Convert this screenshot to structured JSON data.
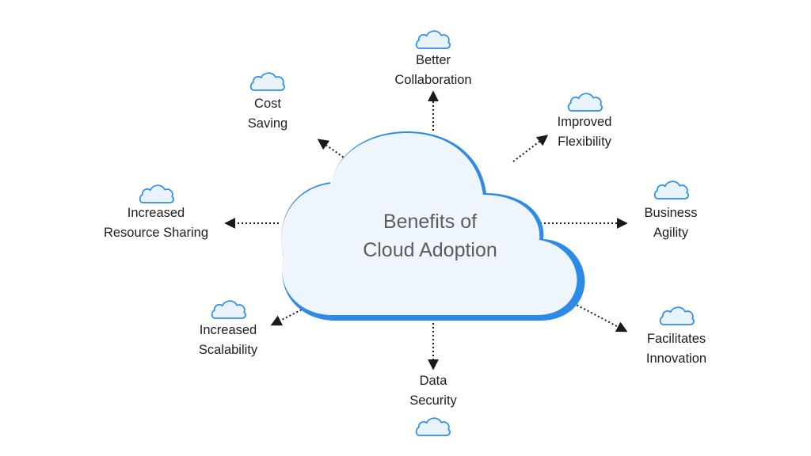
{
  "diagram": {
    "title_line1": "Benefits of",
    "title_line2": "Cloud Adoption",
    "colors": {
      "main_cloud_fill": "#eef5fc",
      "main_cloud_stroke": "#2d8ae6",
      "small_cloud_fill": "#e9f3fd",
      "small_cloud_stroke": "#2f8ee8",
      "connector": "#1a1a1a",
      "title_text": "#5c5c5c",
      "label_text": "#1e1e1e"
    },
    "benefits": [
      {
        "line1": "Better",
        "line2": "Collaboration",
        "icon": "cloud-icon"
      },
      {
        "line1": "Improved",
        "line2": "Flexibility",
        "icon": "cloud-icon"
      },
      {
        "line1": "Business",
        "line2": "Agility",
        "icon": "cloud-icon"
      },
      {
        "line1": "Facilitates",
        "line2": "Innovation",
        "icon": "cloud-icon"
      },
      {
        "line1": "Data",
        "line2": "Security",
        "icon": "cloud-icon"
      },
      {
        "line1": "Increased",
        "line2": "Scalability",
        "icon": "cloud-icon"
      },
      {
        "line1": "Increased",
        "line2": "Resource Sharing",
        "icon": "cloud-icon"
      },
      {
        "line1": "Cost",
        "line2": "Saving",
        "icon": "cloud-icon"
      }
    ]
  }
}
